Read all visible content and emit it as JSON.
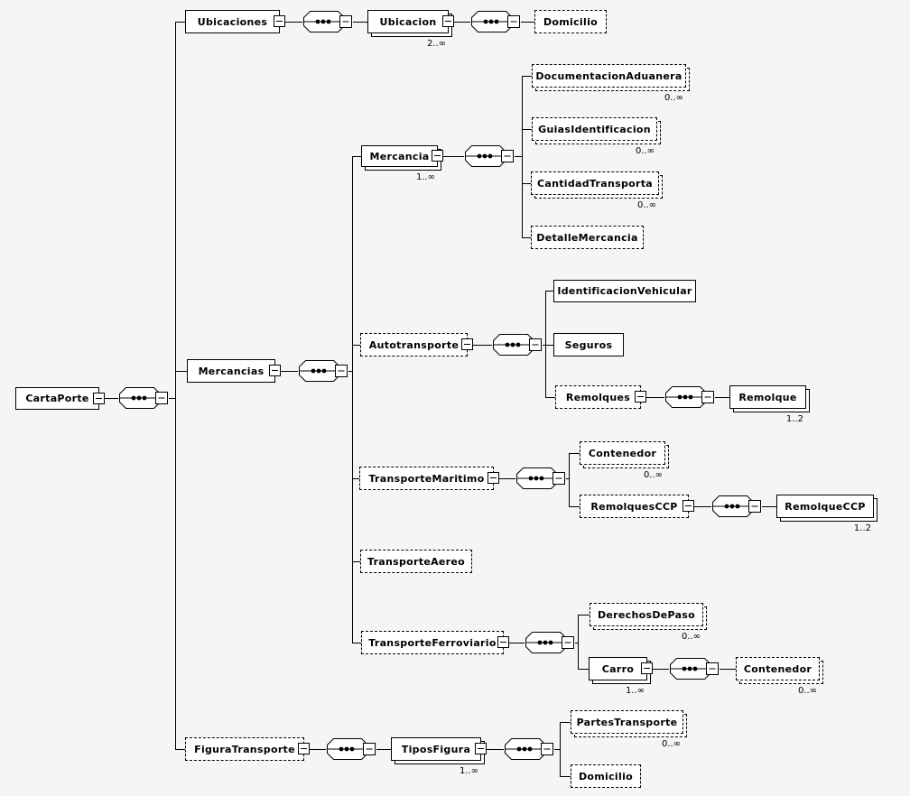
{
  "diagram_title": "CartaPorte XML schema content model",
  "colors": {
    "background": "#f5f5f5",
    "box_fill": "#ffffff",
    "line": "#000000"
  },
  "icons": {
    "sequence": "●●●",
    "collapse": "−"
  },
  "nodes": {
    "cartaPorte": {
      "label": "CartaPorte"
    },
    "ubicaciones": {
      "label": "Ubicaciones"
    },
    "ubicacion": {
      "label": "Ubicacion",
      "occurs": "2..∞"
    },
    "domicilio1": {
      "label": "Domicilio"
    },
    "mercancias": {
      "label": "Mercancias"
    },
    "mercancia": {
      "label": "Mercancia",
      "occurs": "1..∞"
    },
    "documentacionAduanera": {
      "label": "DocumentacionAduanera",
      "occurs": "0..∞"
    },
    "guiasIdentificacion": {
      "label": "GuiasIdentificacion",
      "occurs": "0..∞"
    },
    "cantidadTransporta": {
      "label": "CantidadTransporta",
      "occurs": "0..∞"
    },
    "detalleMercancia": {
      "label": "DetalleMercancia"
    },
    "autotransporte": {
      "label": "Autotransporte"
    },
    "identificacionVehicular": {
      "label": "IdentificacionVehicular"
    },
    "seguros": {
      "label": "Seguros"
    },
    "remolques": {
      "label": "Remolques"
    },
    "remolque": {
      "label": "Remolque",
      "occurs": "1..2"
    },
    "transporteMaritimo": {
      "label": "TransporteMaritimo"
    },
    "contenedor1": {
      "label": "Contenedor",
      "occurs": "0..∞"
    },
    "remolquesCCP": {
      "label": "RemolquesCCP"
    },
    "remolqueCCP": {
      "label": "RemolqueCCP",
      "occurs": "1..2"
    },
    "transporteAereo": {
      "label": "TransporteAereo"
    },
    "transporteFerroviario": {
      "label": "TransporteFerroviario"
    },
    "derechosDePaso": {
      "label": "DerechosDePaso",
      "occurs": "0..∞"
    },
    "carro": {
      "label": "Carro",
      "occurs": "1..∞"
    },
    "contenedor2": {
      "label": "Contenedor",
      "occurs": "0..∞"
    },
    "figuraTransporte": {
      "label": "FiguraTransporte"
    },
    "tiposFigura": {
      "label": "TiposFigura",
      "occurs": "1..∞"
    },
    "partesTransporte": {
      "label": "PartesTransporte",
      "occurs": "0..∞"
    },
    "domicilio2": {
      "label": "Domicilio"
    }
  }
}
